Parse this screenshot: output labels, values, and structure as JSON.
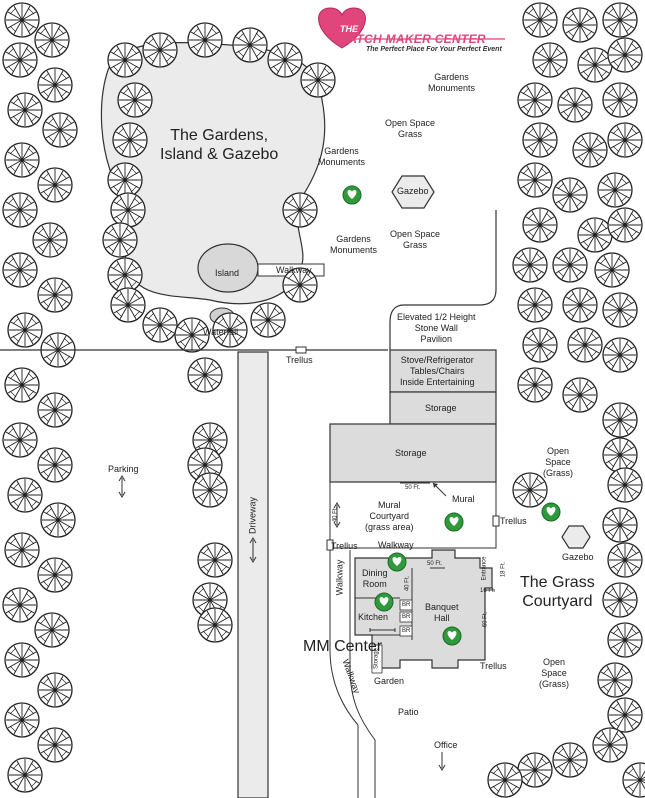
{
  "logo": {
    "word_the": "THE",
    "name": "MATCH MAKER CENTER",
    "tagline": "The Perfect Place For Your Perfect Event"
  },
  "labels": {
    "gardens_title": "The Gardens,\nIsland & Gazebo",
    "gardens_monuments_1": "Gardens\nMonuments",
    "gardens_monuments_2": "Gardens\nMonuments",
    "gardens_monuments_3": "Gardens\nMonuments",
    "open_space_grass_1": "Open Space\nGrass",
    "open_space_grass_2": "Open Space\nGrass",
    "gazebo_top": "Gazebo",
    "island": "Island",
    "walkway_island": "Walkway",
    "waterfall": "Waterfall",
    "trellus_1": "Trellus",
    "pavilion": "Elevated 1/2 Height\nStone Wall\nPavilion",
    "stove": "Stove/Refrigerator\nTables/Chairs\nInside Entertaining",
    "storage_1": "Storage",
    "storage_2": "Storage",
    "parking": "Parking",
    "driveway": "Driveway",
    "mural": "Mural",
    "mural_courtyard": "Mural\nCourtyard\n(grass area)",
    "dim_50ft_1": "50 Ft.",
    "dim_40ft": "40 Ft.",
    "trellus_2": "Trellus",
    "trellus_3": "Trellus",
    "trellus_4": "Trellus",
    "walkway_top": "Walkway",
    "walkway_left": "Walkway",
    "walkway_bottom": "Walkway",
    "dining_room": "Dining\nRoom",
    "kitchen": "Kitchen",
    "banquet_hall": "Banquet\nHall",
    "br": "BR",
    "storage_small": "Storage",
    "dim_50ft_2": "50 Ft.",
    "dim_40ft_2": "40 Ft.",
    "dim_60ft": "60 Ft.",
    "dim_16ft": "16 Ft.",
    "dim_18ft": "18 Ft.",
    "entrance": "Entrance",
    "mm_center": "MM Center",
    "garden": "Garden",
    "patio": "Patio",
    "office": "Office",
    "open_space_grass_right_1": "Open\nSpace\n(Grass)",
    "gazebo_right": "Gazebo",
    "grass_courtyard": "The Grass\nCourtyard",
    "open_space_grass_right_2": "Open\nSpace\n(Grass)"
  },
  "colors": {
    "heart_green": "#2f9a3c",
    "logo_pink": "#e0457b",
    "area_gray": "#ebebeb",
    "building_gray": "#dcdcdc"
  }
}
